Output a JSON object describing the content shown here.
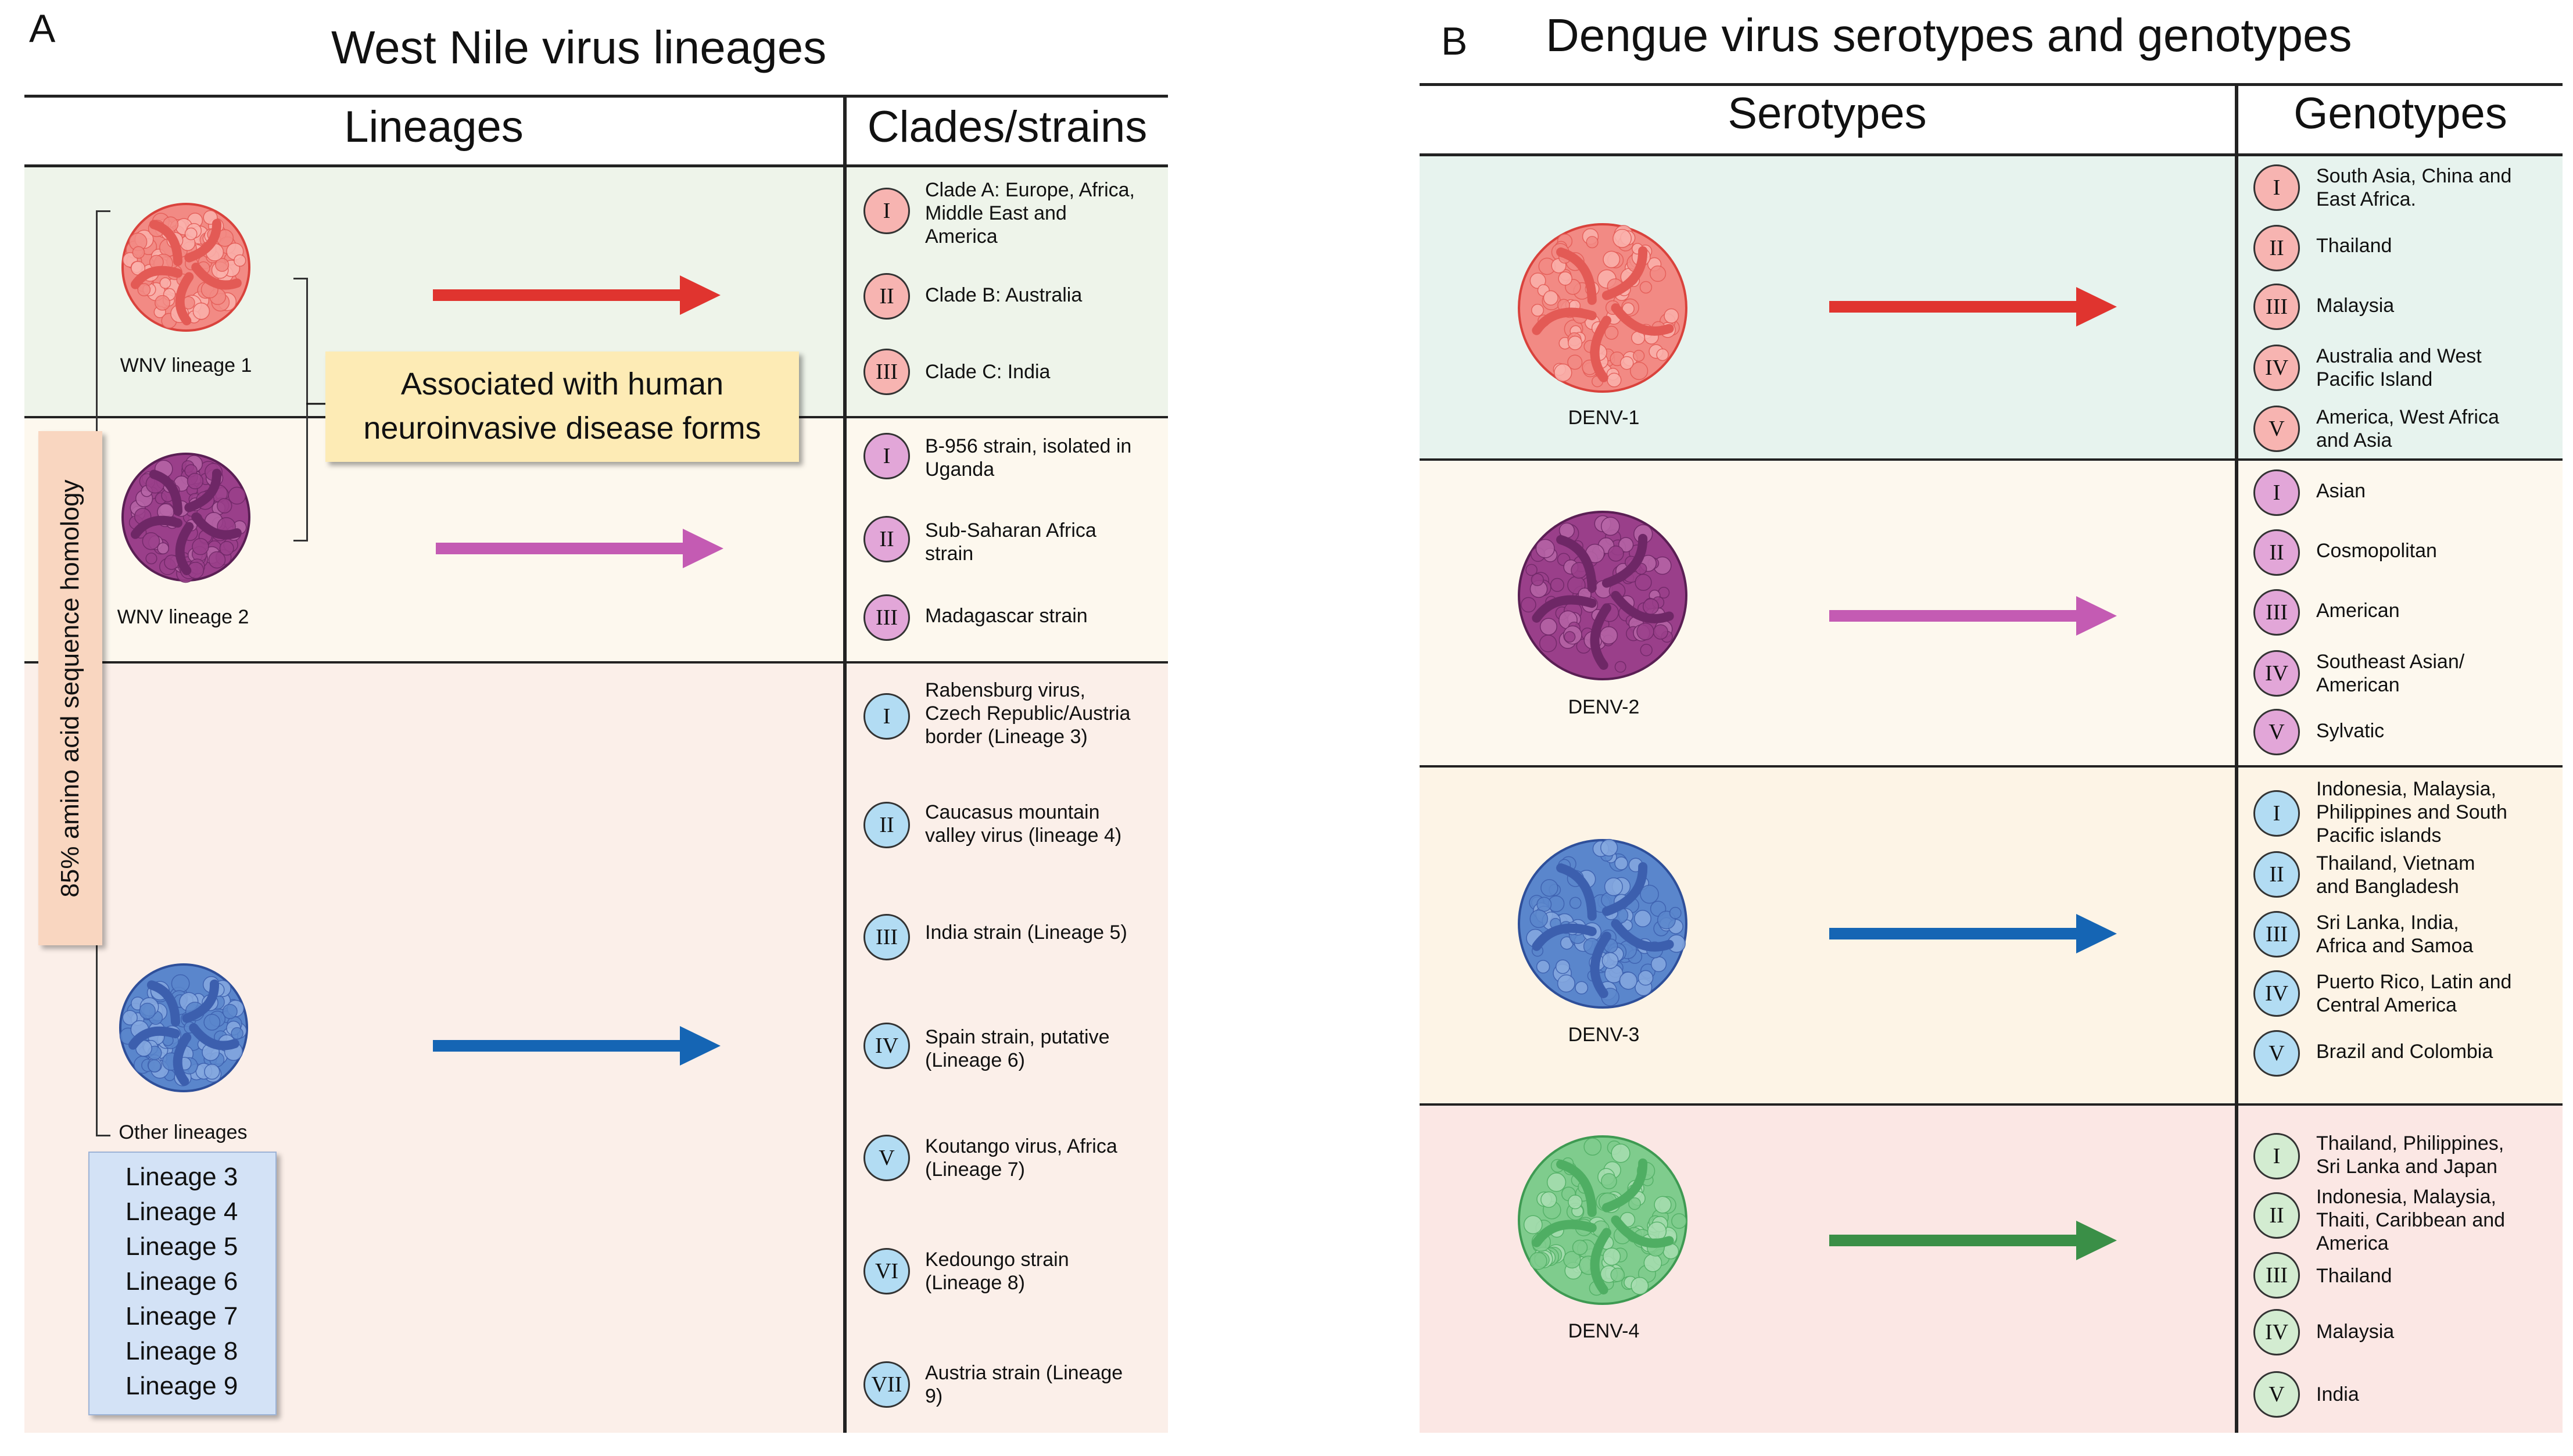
{
  "colors": {
    "red": "#e0342f",
    "purple": "#c45bb3",
    "blue": "#1565b4",
    "green": "#3a8f47"
  },
  "panel_a": {
    "letter": "A",
    "title": "West Nile virus lineages",
    "col_left": "Lineages",
    "col_right": "Clades/strains",
    "callout": [
      "Associated with human",
      "neuroinvasive disease forms"
    ],
    "vertical_label": "85% amino acid sequence homology",
    "rows": [
      {
        "virus_label": "WNV lineage 1",
        "virus_color": "red",
        "items": [
          {
            "numeral": "I",
            "text": [
              "Clade A: Europe, Africa,",
              "Middle East and",
              "America"
            ]
          },
          {
            "numeral": "II",
            "text": [
              "Clade B: Australia"
            ]
          },
          {
            "numeral": "III",
            "text": [
              "Clade C: India"
            ]
          }
        ]
      },
      {
        "virus_label": "WNV lineage 2",
        "virus_color": "purple",
        "items": [
          {
            "numeral": "I",
            "text": [
              "B-956 strain, isolated in",
              "Uganda"
            ]
          },
          {
            "numeral": "II",
            "text": [
              "Sub-Saharan Africa",
              "strain"
            ]
          },
          {
            "numeral": "III",
            "text": [
              "Madagascar strain"
            ]
          }
        ]
      },
      {
        "virus_label": "Other lineages",
        "virus_color": "blue",
        "lineage_list": [
          "Lineage 3",
          "Lineage 4",
          "Lineage 5",
          "Lineage 6",
          "Lineage 7",
          "Lineage 8",
          "Lineage 9"
        ],
        "items": [
          {
            "numeral": "I",
            "text": [
              "Rabensburg virus,",
              "Czech Republic/Austria",
              "border (Lineage 3)"
            ]
          },
          {
            "numeral": "II",
            "text": [
              "Caucasus mountain",
              "valley virus (lineage 4)"
            ]
          },
          {
            "numeral": "III",
            "text": [
              "India strain (Lineage 5)"
            ]
          },
          {
            "numeral": "IV",
            "text": [
              "Spain strain, putative",
              "(Lineage 6)"
            ]
          },
          {
            "numeral": "V",
            "text": [
              "Koutango virus, Africa",
              "(Lineage 7)"
            ]
          },
          {
            "numeral": "VI",
            "text": [
              "Kedoungo strain",
              "(Lineage 8)"
            ]
          },
          {
            "numeral": "VII",
            "text": [
              "Austria strain (Lineage",
              "9)"
            ]
          }
        ]
      }
    ]
  },
  "panel_b": {
    "letter": "B",
    "title": "Dengue virus serotypes and genotypes",
    "col_left": "Serotypes",
    "col_right": "Genotypes",
    "rows": [
      {
        "virus_label": "DENV-1",
        "virus_color": "red",
        "items": [
          {
            "numeral": "I",
            "text": [
              "South Asia, China and",
              "East Africa."
            ]
          },
          {
            "numeral": "II",
            "text": [
              "Thailand"
            ]
          },
          {
            "numeral": "III",
            "text": [
              "Malaysia"
            ]
          },
          {
            "numeral": "IV",
            "text": [
              "Australia and West",
              "Pacific Island"
            ]
          },
          {
            "numeral": "V",
            "text": [
              "America, West Africa",
              "and Asia"
            ]
          }
        ]
      },
      {
        "virus_label": "DENV-2",
        "virus_color": "purple",
        "items": [
          {
            "numeral": "I",
            "text": [
              "Asian"
            ]
          },
          {
            "numeral": "II",
            "text": [
              "Cosmopolitan"
            ]
          },
          {
            "numeral": "III",
            "text": [
              "American"
            ]
          },
          {
            "numeral": "IV",
            "text": [
              "Southeast Asian/",
              "American"
            ]
          },
          {
            "numeral": "V",
            "text": [
              "Sylvatic"
            ]
          }
        ]
      },
      {
        "virus_label": "DENV-3",
        "virus_color": "blue",
        "items": [
          {
            "numeral": "I",
            "text": [
              "Indonesia, Malaysia,",
              "Philippines and South",
              "Pacific islands"
            ]
          },
          {
            "numeral": "II",
            "text": [
              "Thailand, Vietnam",
              "and Bangladesh"
            ]
          },
          {
            "numeral": "III",
            "text": [
              "Sri Lanka, India,",
              "Africa and Samoa"
            ]
          },
          {
            "numeral": "IV",
            "text": [
              "Puerto Rico, Latin and",
              "Central America"
            ]
          },
          {
            "numeral": "V",
            "text": [
              "Brazil and Colombia"
            ]
          }
        ]
      },
      {
        "virus_label": "DENV-4",
        "virus_color": "green",
        "items": [
          {
            "numeral": "I",
            "text": [
              "Thailand, Philippines,",
              "Sri Lanka and Japan"
            ]
          },
          {
            "numeral": "II",
            "text": [
              "Indonesia, Malaysia,",
              "Thaiti, Caribbean and",
              "America"
            ]
          },
          {
            "numeral": "III",
            "text": [
              "Thailand"
            ]
          },
          {
            "numeral": "IV",
            "text": [
              "Malaysia"
            ]
          },
          {
            "numeral": "V",
            "text": [
              "India"
            ]
          }
        ]
      }
    ]
  }
}
